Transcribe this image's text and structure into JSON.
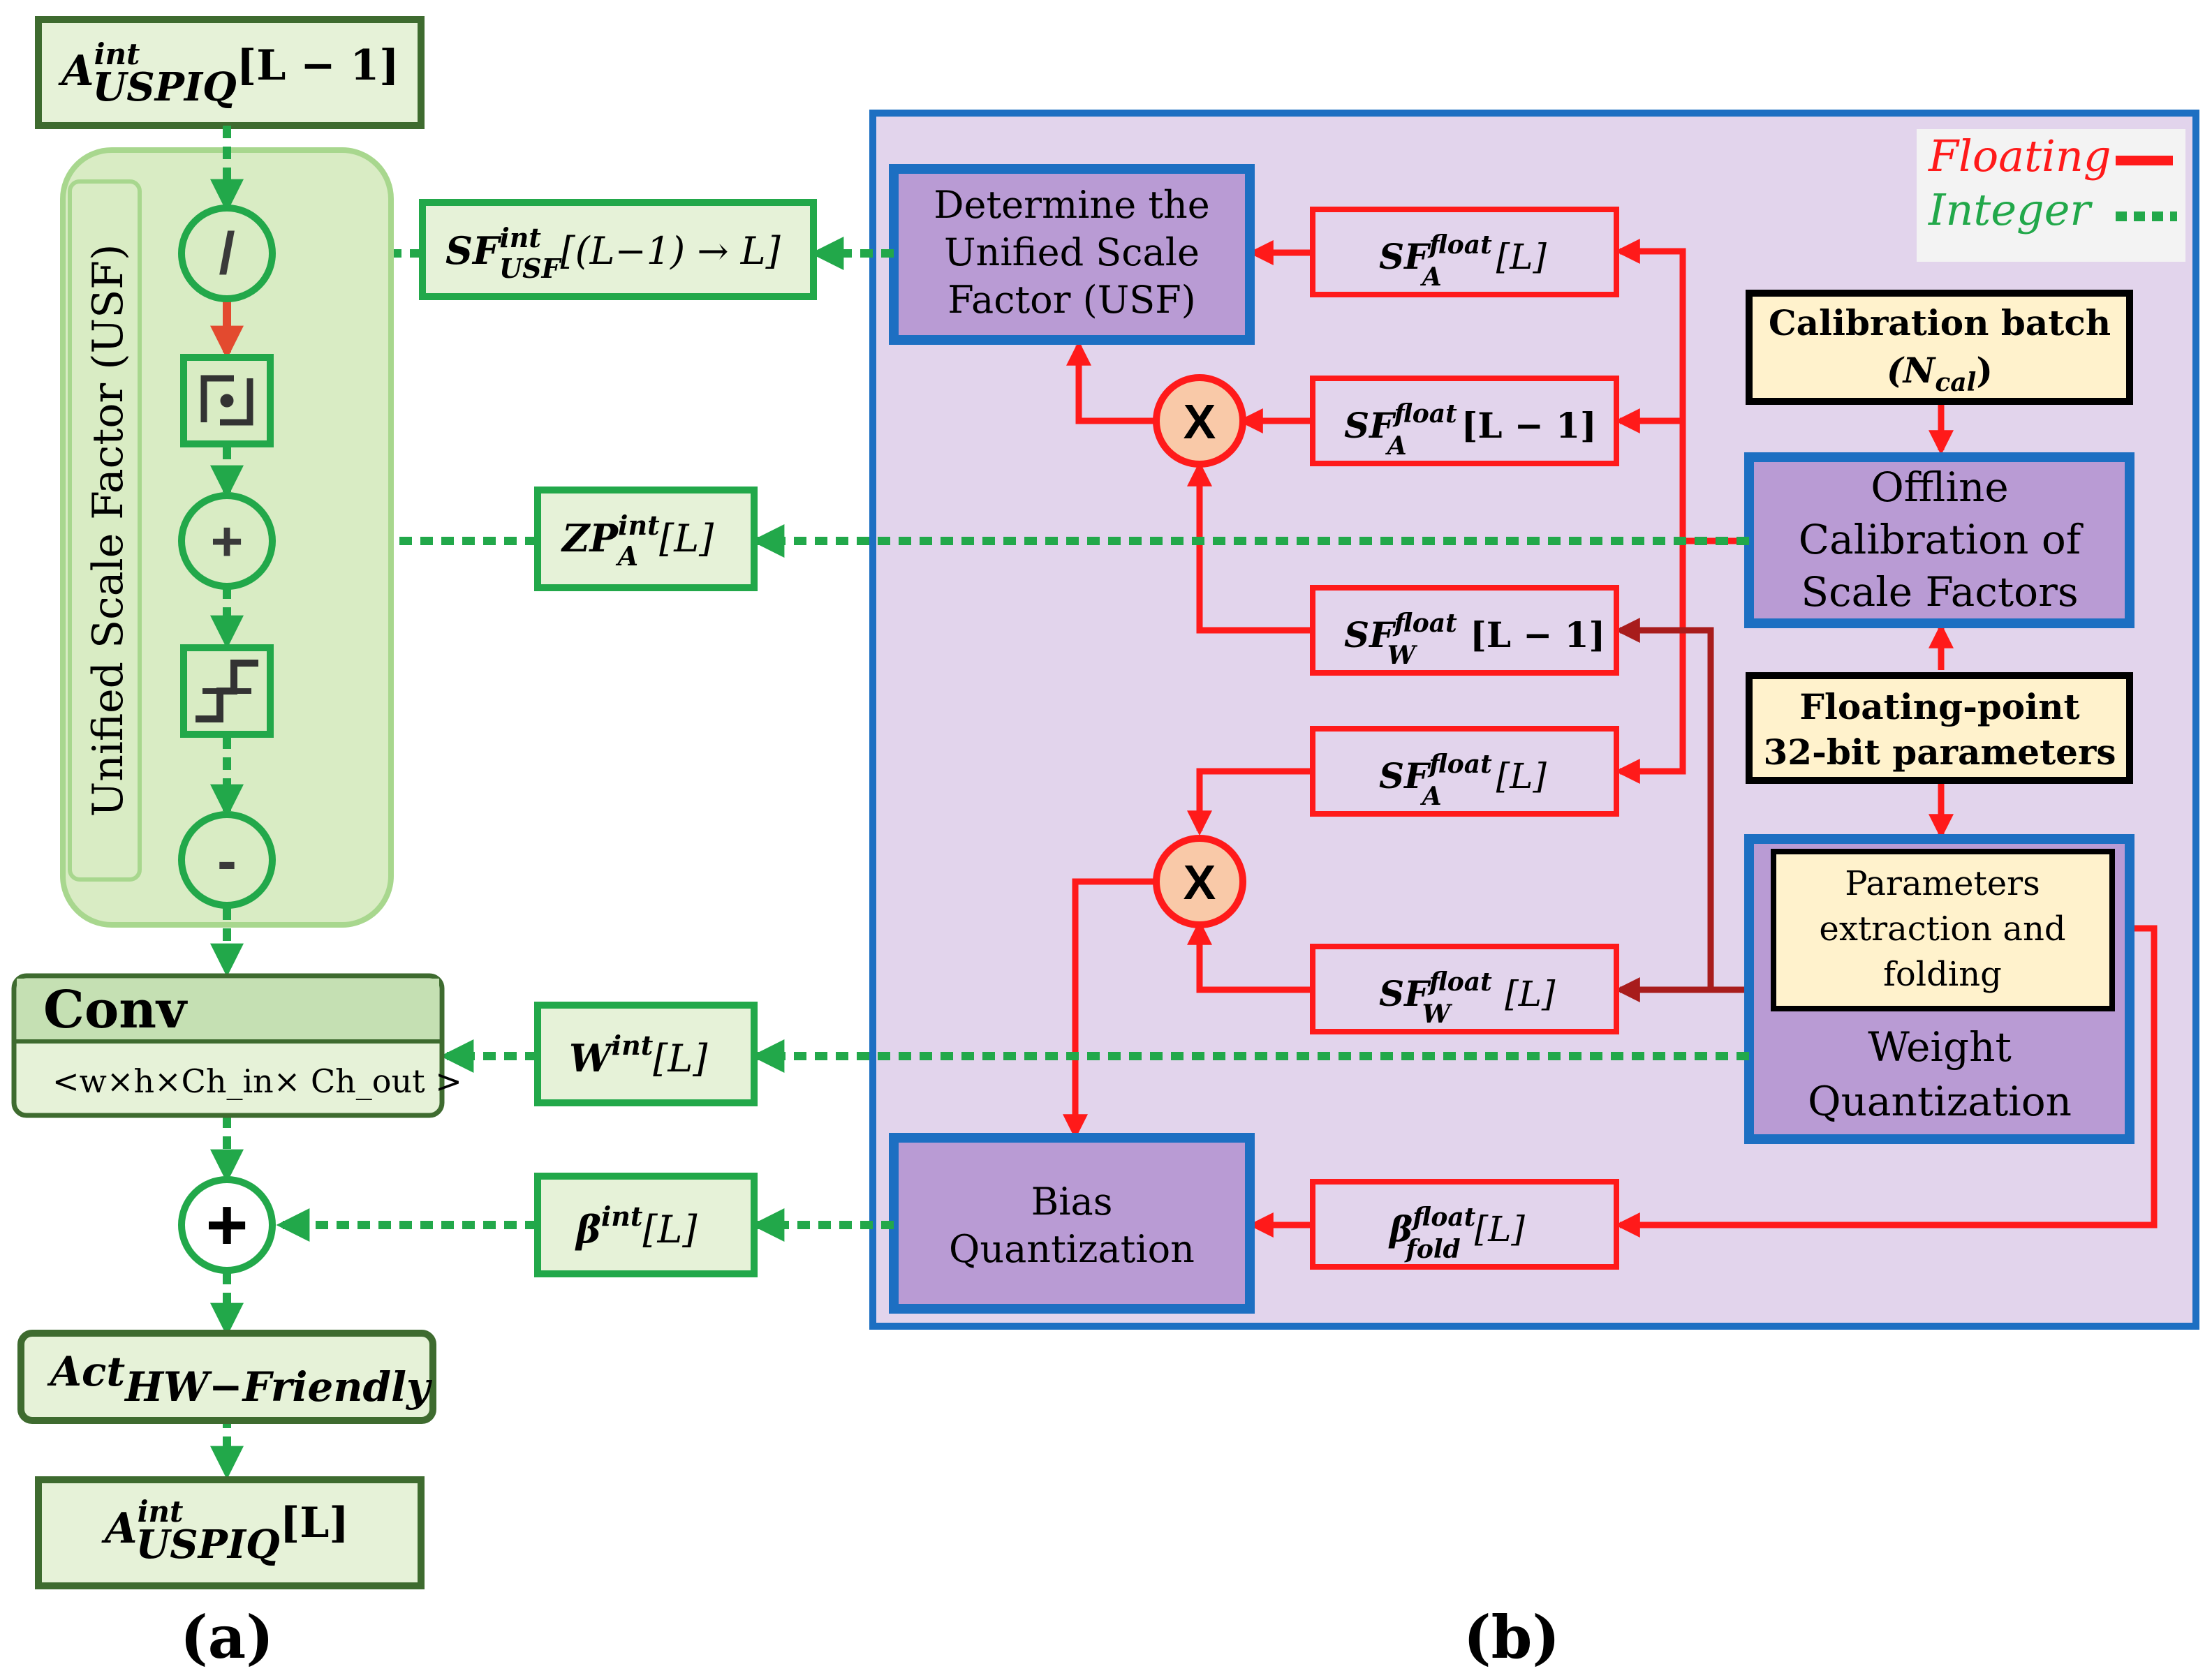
{
  "colors": {
    "green_dark": "#3e6b2f",
    "green_border": "#22a84a",
    "green_fill": "#e6f2d8",
    "usf_fill": "#d9ecc4",
    "usf_border": "#a8d78e",
    "purple_bg": "#e2d4ec",
    "blue_border": "#1d6fc2",
    "purple_box": "#b99bd4",
    "red": "#ff1a1a",
    "dark_red": "#a81c1c",
    "cream": "#fff2cc",
    "mult_fill": "#f9c9a8",
    "int_green": "#22a84a"
  },
  "panel_a": {
    "caption": "(a)",
    "input": {
      "base": "A",
      "sup": "int",
      "sub": "USPIQ",
      "suffix": "[L − 1]"
    },
    "usf_label": "Unified Scale Factor (USF)",
    "ops": [
      "/",
      "+",
      "-"
    ],
    "op_icons": [
      "round-icon",
      "clamp-step-icon"
    ],
    "conv": {
      "title": "Conv",
      "dims": "<w×h×Ch_in× Ch_out >"
    },
    "adder": "+",
    "act": {
      "base": "Act",
      "sub": "HW−Friendly"
    },
    "output": {
      "base": "A",
      "sup": "int",
      "sub": "USPIQ",
      "suffix": "[L]"
    }
  },
  "bridge": {
    "sf_usf": {
      "base": "SF",
      "sup": "int",
      "sub": "USF",
      "suffix": "[(L−1) → L]"
    },
    "zp": {
      "base": "ZP",
      "sup": "int",
      "sub": "A",
      "suffix": "[L]"
    },
    "w": {
      "base": "W",
      "sup": "int",
      "sub": "",
      "suffix": "[L]"
    },
    "beta": {
      "base": "β",
      "sup": "int",
      "sub": "",
      "suffix": "[L]"
    }
  },
  "panel_b": {
    "caption": "(b)",
    "legend": {
      "floating": "Floating",
      "integer": "Integer"
    },
    "usf_box": [
      "Determine the",
      "Unified Scale",
      "Factor (USF)"
    ],
    "bias_box": [
      "Bias",
      "Quantization"
    ],
    "calib_batch": [
      "Calibration batch",
      "(N",
      "cal",
      ")"
    ],
    "offline": [
      "Offline",
      "Calibration of",
      "Scale Factors"
    ],
    "fp32": [
      "Floating-point",
      "32-bit parameters"
    ],
    "params": [
      "Parameters",
      "extraction and",
      "folding"
    ],
    "weight_quant": [
      "Weight",
      "Quantization"
    ],
    "mult": "X",
    "sf_boxes": [
      {
        "base": "SF",
        "sup": "float",
        "sub": "A",
        "suffix": "[L]"
      },
      {
        "base": "SF",
        "sup": "float",
        "sub": "A",
        "suffix": "[L − 1]"
      },
      {
        "base": "SF",
        "sup": "float",
        "sub": "W",
        "suffix": "[L − 1]"
      },
      {
        "base": "SF",
        "sup": "float",
        "sub": "A",
        "suffix": "[L]"
      },
      {
        "base": "SF",
        "sup": "float",
        "sub": "W",
        "suffix": "[L]"
      },
      {
        "base": "β",
        "sup": "float",
        "sub": "fold",
        "suffix": "[L]"
      }
    ]
  }
}
